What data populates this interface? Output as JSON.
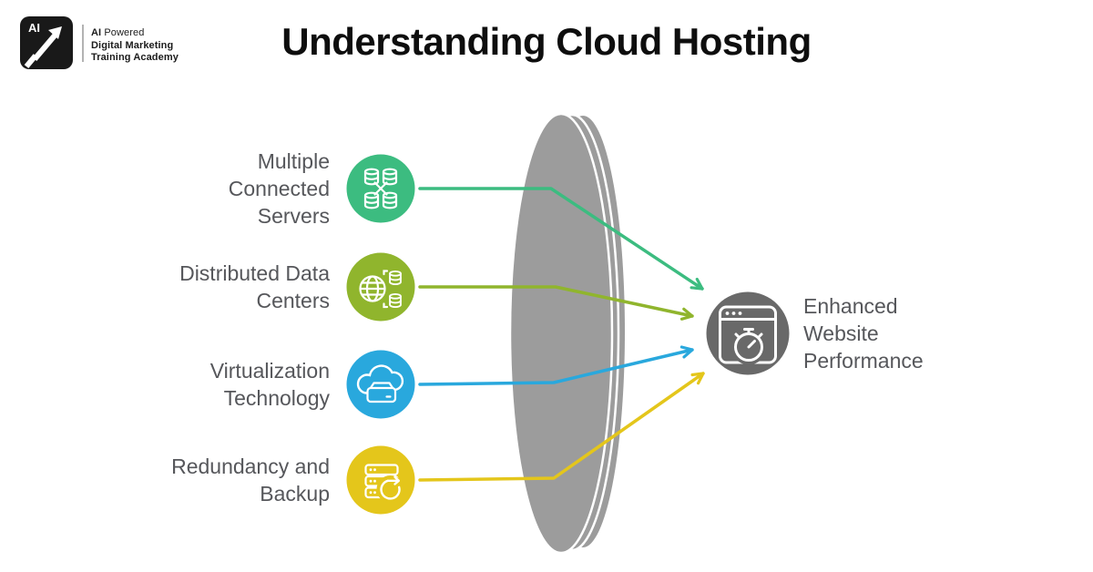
{
  "header": {
    "title": "Understanding Cloud Hosting",
    "logo": {
      "badge_text": "AI",
      "line1_bold": "AI",
      "line1_rest": " Powered",
      "line2": "Digital Marketing",
      "line3": "Training Academy"
    }
  },
  "lens": {
    "color": "#9c9c9c"
  },
  "sources": [
    {
      "label": "Multiple\nConnected\nServers",
      "icon": "connected-servers-icon",
      "color": "#3cbc80"
    },
    {
      "label": "Distributed Data\nCenters",
      "icon": "globe-datacenters-icon",
      "color": "#90b52d"
    },
    {
      "label": "Virtualization\nTechnology",
      "icon": "cloud-server-icon",
      "color": "#29a8dd"
    },
    {
      "label": "Redundancy and\nBackup",
      "icon": "server-refresh-icon",
      "color": "#e4c61b"
    }
  ],
  "result": {
    "label": "Enhanced\nWebsite\nPerformance",
    "icon": "browser-stopwatch-icon",
    "color": "#696969"
  }
}
